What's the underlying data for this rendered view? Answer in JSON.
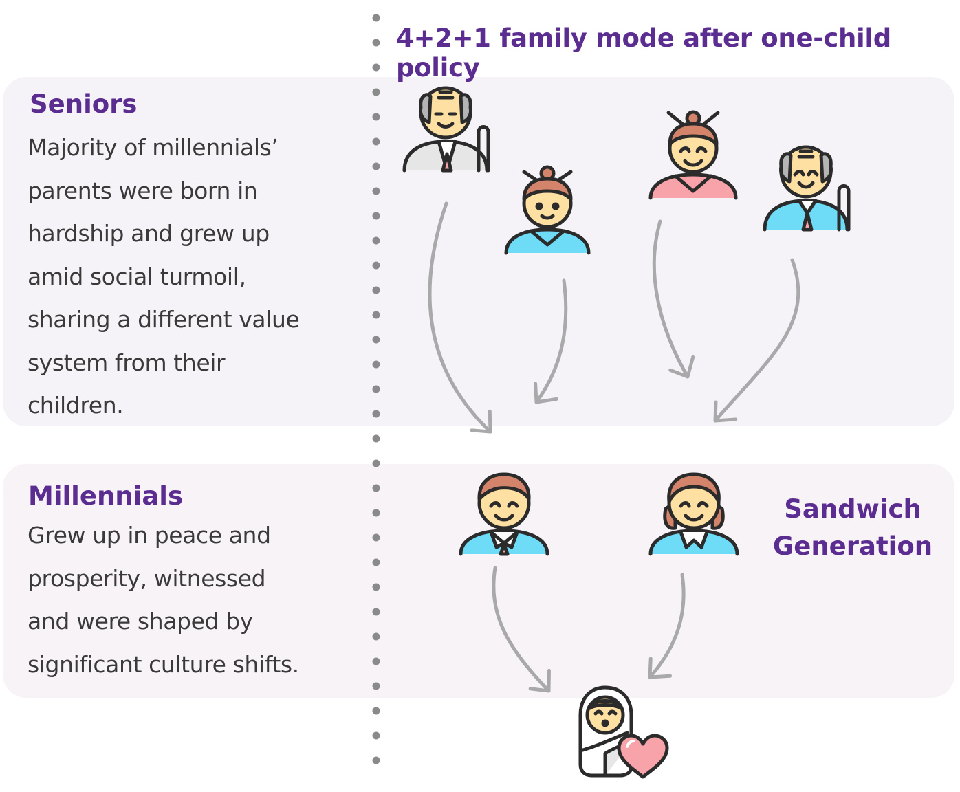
{
  "diagram": {
    "title": "4+2+1 family mode after one-child policy"
  },
  "seniors": {
    "heading": "Seniors",
    "lines": [
      "Majority of millennials’",
      "parents were born in",
      "hardship and grew up",
      "amid social turmoil,",
      "sharing a different value",
      "system from their",
      "children."
    ]
  },
  "millennials": {
    "heading": "Millennials",
    "lines": [
      "Grew up in peace and",
      "prosperity, witnessed",
      "and were shaped by",
      "significant culture shifts."
    ]
  },
  "sandwich": {
    "line1": "Sandwich",
    "line2": "Generation"
  },
  "colors": {
    "accent_purple": "#5b2d91",
    "arrow_gray": "#a9a9ab",
    "skin": "#ffe0a3",
    "hair_brown": "#d4846b",
    "shirt_blue": "#6fdcf7",
    "shirt_pink": "#f7a3a9",
    "outline": "#2b2b2b"
  },
  "icons": [
    "grandfather-icon",
    "grandmother-icon",
    "grandmother-icon",
    "grandfather-icon",
    "father-icon",
    "mother-icon",
    "baby-icon",
    "heart-icon"
  ]
}
